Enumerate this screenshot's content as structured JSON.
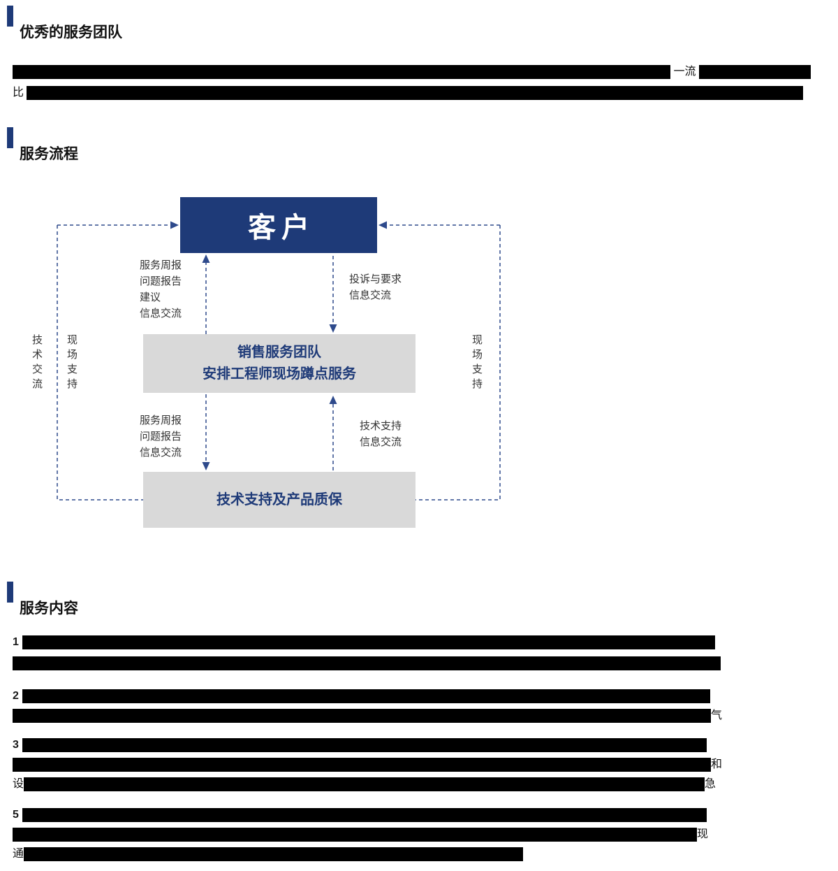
{
  "colors": {
    "accent_navy": "#1e3a78",
    "flow_line": "#2e4a8c",
    "box_gray": "#d9d9d9"
  },
  "team_section": {
    "title": "优秀的服务团队",
    "visible_fragments": {
      "line1_mid": "一流",
      "line2_start": "比"
    }
  },
  "process_section": {
    "title": "服务流程",
    "diagram": {
      "customer_box": "客户",
      "sales_box": "销售服务团队\n安排工程师现场蹲点服务",
      "support_box": "技术支持及产品质保",
      "arrow_labels": {
        "weekly_report_top": "服务周报\n问题报告\n建议\n信息交流",
        "complaints": "投诉与要求\n信息交流",
        "weekly_report_mid": "服务周报\n问题报告\n信息交流",
        "tech_support": "技术支持\n信息交流",
        "tech_exchange_vertical": "技术交流",
        "onsite_support_left_vertical": "现场支持",
        "onsite_support_right_vertical": "现场支持"
      }
    }
  },
  "content_section": {
    "title": "服务内容",
    "visible_fragments": {
      "item1_num": "1",
      "item2_num": "2",
      "item2_line2_end": "气",
      "item3_num": "3",
      "item3_line2_end": "和",
      "item3_line3_start": "设",
      "item3_line3_end": "急",
      "item5_num": "5",
      "item5_line2_end": "现",
      "item5_line3_start": "通"
    }
  }
}
